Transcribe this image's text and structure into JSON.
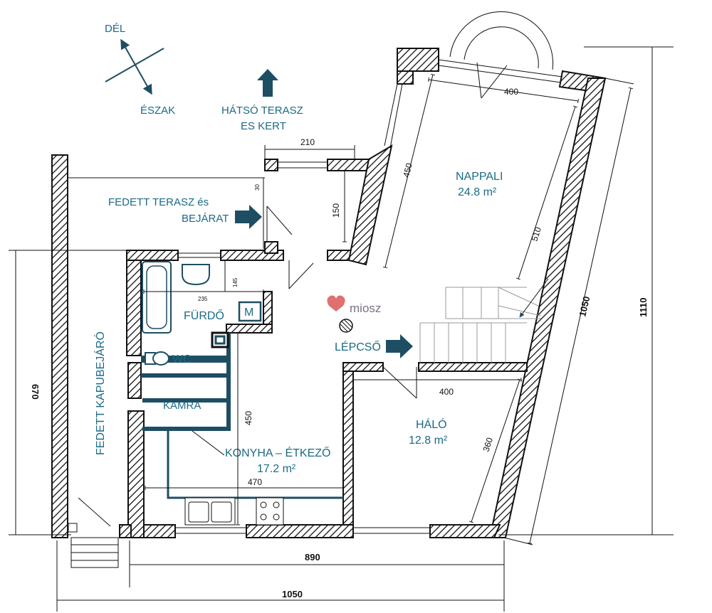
{
  "compass": {
    "south": "DÉL",
    "north": "ÉSZAK"
  },
  "labels": {
    "back_terrace_1": "HÁTSÓ  TERASZ",
    "back_terrace_2": "ES KERT",
    "covered_terrace_1": "FEDETT TERASZ és",
    "covered_terrace_2": "BEJÁRAT",
    "living_name": "NAPPALI",
    "living_area": "24.8 m²",
    "bath": "FÜRDŐ",
    "wc": "WC",
    "pantry": "KAMRA",
    "stairs": "LÉPCSŐ",
    "bedroom_name": "HÁLÓ",
    "bedroom_area": "12.8 m²",
    "kitchen_name": "KONYHA – ÉTKEZŐ",
    "kitchen_area": "17.2 m²",
    "gateway": "FEDETT KAPUBEJÁRÓ",
    "meter": "M",
    "logo": "miosz"
  },
  "dimensions": {
    "d210": "210",
    "d30": "30",
    "d150": "150",
    "d450_living": "450",
    "d400_top": "400",
    "d510": "510",
    "d1050_right": "1050",
    "d1110": "1110",
    "d145": "145",
    "d235": "235",
    "d400_bed": "400",
    "d360": "360",
    "d450_kitchen": "450",
    "d470": "470",
    "d670": "670",
    "d890": "890",
    "d1050_bottom": "1050"
  },
  "colors": {
    "accent": "#1d4e63",
    "text": "#1b6a86",
    "wall_hatch": "#111111"
  }
}
